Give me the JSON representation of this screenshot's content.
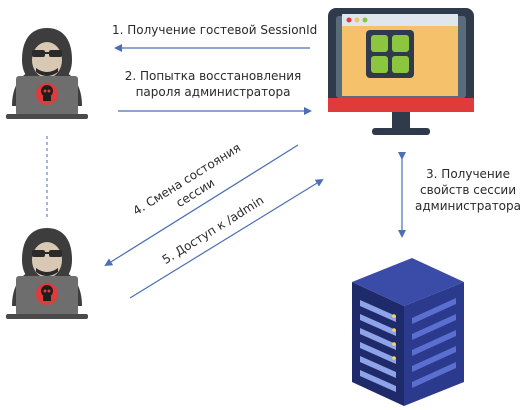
{
  "steps": {
    "step1": "1. Получение гостевой SessionId",
    "step2_line1": "2. Попытка восстановления",
    "step2_line2": "пароля администратора",
    "step3_line1": "3. Получение",
    "step3_line2": "свойств сессии",
    "step3_line3": "администратора",
    "step4_line1": "4. Смена состояния",
    "step4_line2": "сессии",
    "step5": "5. Доступ к /admin"
  },
  "icons": {
    "hacker": "hacker-with-laptop-icon",
    "monitor": "web-application-monitor-icon",
    "server": "server-rack-icon"
  },
  "colors": {
    "arrow": "#4a6fb5",
    "hacker_body": "#3d3d3d",
    "laptop": "#6e6e6e",
    "skull_bg": "#e03a3a",
    "monitor_body": "#2f3b4a",
    "screen": "#f5c26b",
    "app_tiles": "#8cc63f",
    "server": "#2b3a8c"
  }
}
